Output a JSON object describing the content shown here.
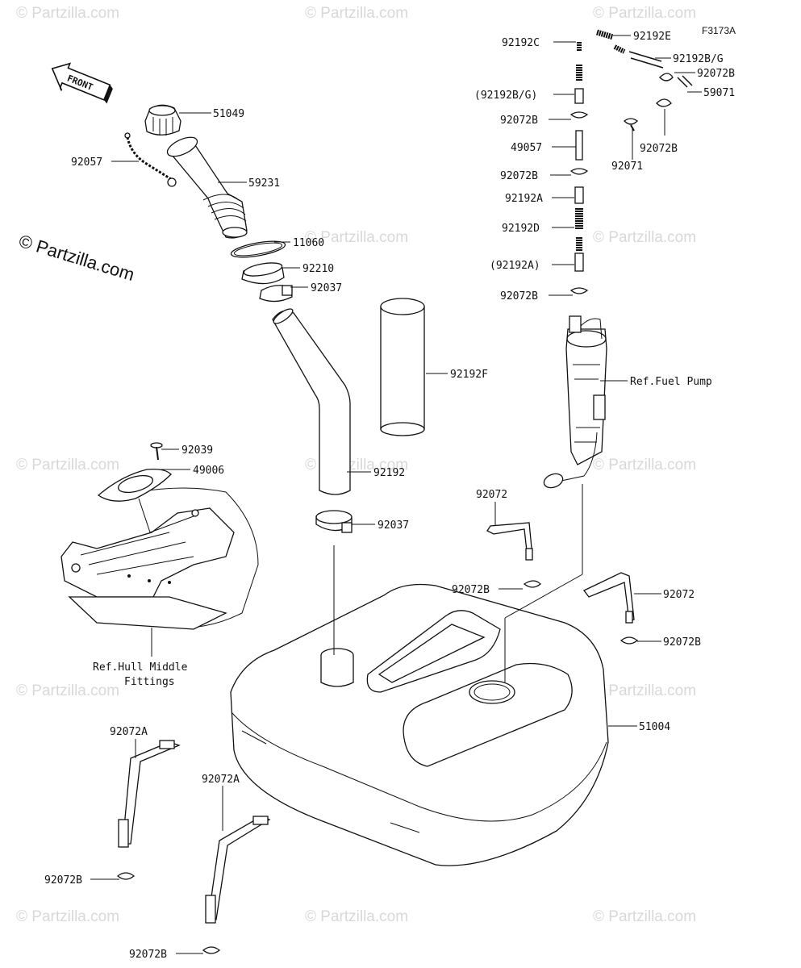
{
  "figure_code": "F3173A",
  "copyright": "© Partzilla.com",
  "watermark": "© Partzilla.com",
  "front_label": "FRONT",
  "callouts": [
    {
      "id": "c51049",
      "text": "51049"
    },
    {
      "id": "c92057",
      "text": "92057"
    },
    {
      "id": "c59231",
      "text": "59231"
    },
    {
      "id": "c11060",
      "text": "11060"
    },
    {
      "id": "c92210",
      "text": "92210"
    },
    {
      "id": "c92037a",
      "text": "92037"
    },
    {
      "id": "c92192f",
      "text": "92192F"
    },
    {
      "id": "c92192",
      "text": "92192"
    },
    {
      "id": "c92037b",
      "text": "92037"
    },
    {
      "id": "c92039",
      "text": "92039"
    },
    {
      "id": "c49006",
      "text": "49006"
    },
    {
      "id": "cRefHull1",
      "text": "Ref.Hull Middle"
    },
    {
      "id": "cRefHull2",
      "text": "Fittings"
    },
    {
      "id": "c92072a1",
      "text": "92072A"
    },
    {
      "id": "c92072a2",
      "text": "92072A"
    },
    {
      "id": "c92072b1",
      "text": "92072B"
    },
    {
      "id": "c92072b2",
      "text": "92072B"
    },
    {
      "id": "c92192c",
      "text": "92192C"
    },
    {
      "id": "c92192e",
      "text": "92192E"
    },
    {
      "id": "c92192bg",
      "text": "92192B/G"
    },
    {
      "id": "c92072bt",
      "text": "92072B"
    },
    {
      "id": "c59071",
      "text": "59071"
    },
    {
      "id": "c92192bgp",
      "text": "(92192B/G)"
    },
    {
      "id": "c92072bl1",
      "text": "92072B"
    },
    {
      "id": "c92072br",
      "text": "92072B"
    },
    {
      "id": "c49057",
      "text": "49057"
    },
    {
      "id": "c92071",
      "text": "92071"
    },
    {
      "id": "c92072bl2",
      "text": "92072B"
    },
    {
      "id": "c92192a",
      "text": "92192A"
    },
    {
      "id": "c92192d",
      "text": "92192D"
    },
    {
      "id": "c92192ap",
      "text": "(92192A)"
    },
    {
      "id": "c92072bl3",
      "text": "92072B"
    },
    {
      "id": "cRefPump",
      "text": "Ref.Fuel Pump"
    },
    {
      "id": "c92072m",
      "text": "92072"
    },
    {
      "id": "c92072bm",
      "text": "92072B"
    },
    {
      "id": "c92072r",
      "text": "92072"
    },
    {
      "id": "c92072brr",
      "text": "92072B"
    },
    {
      "id": "c51004",
      "text": "51004"
    }
  ]
}
